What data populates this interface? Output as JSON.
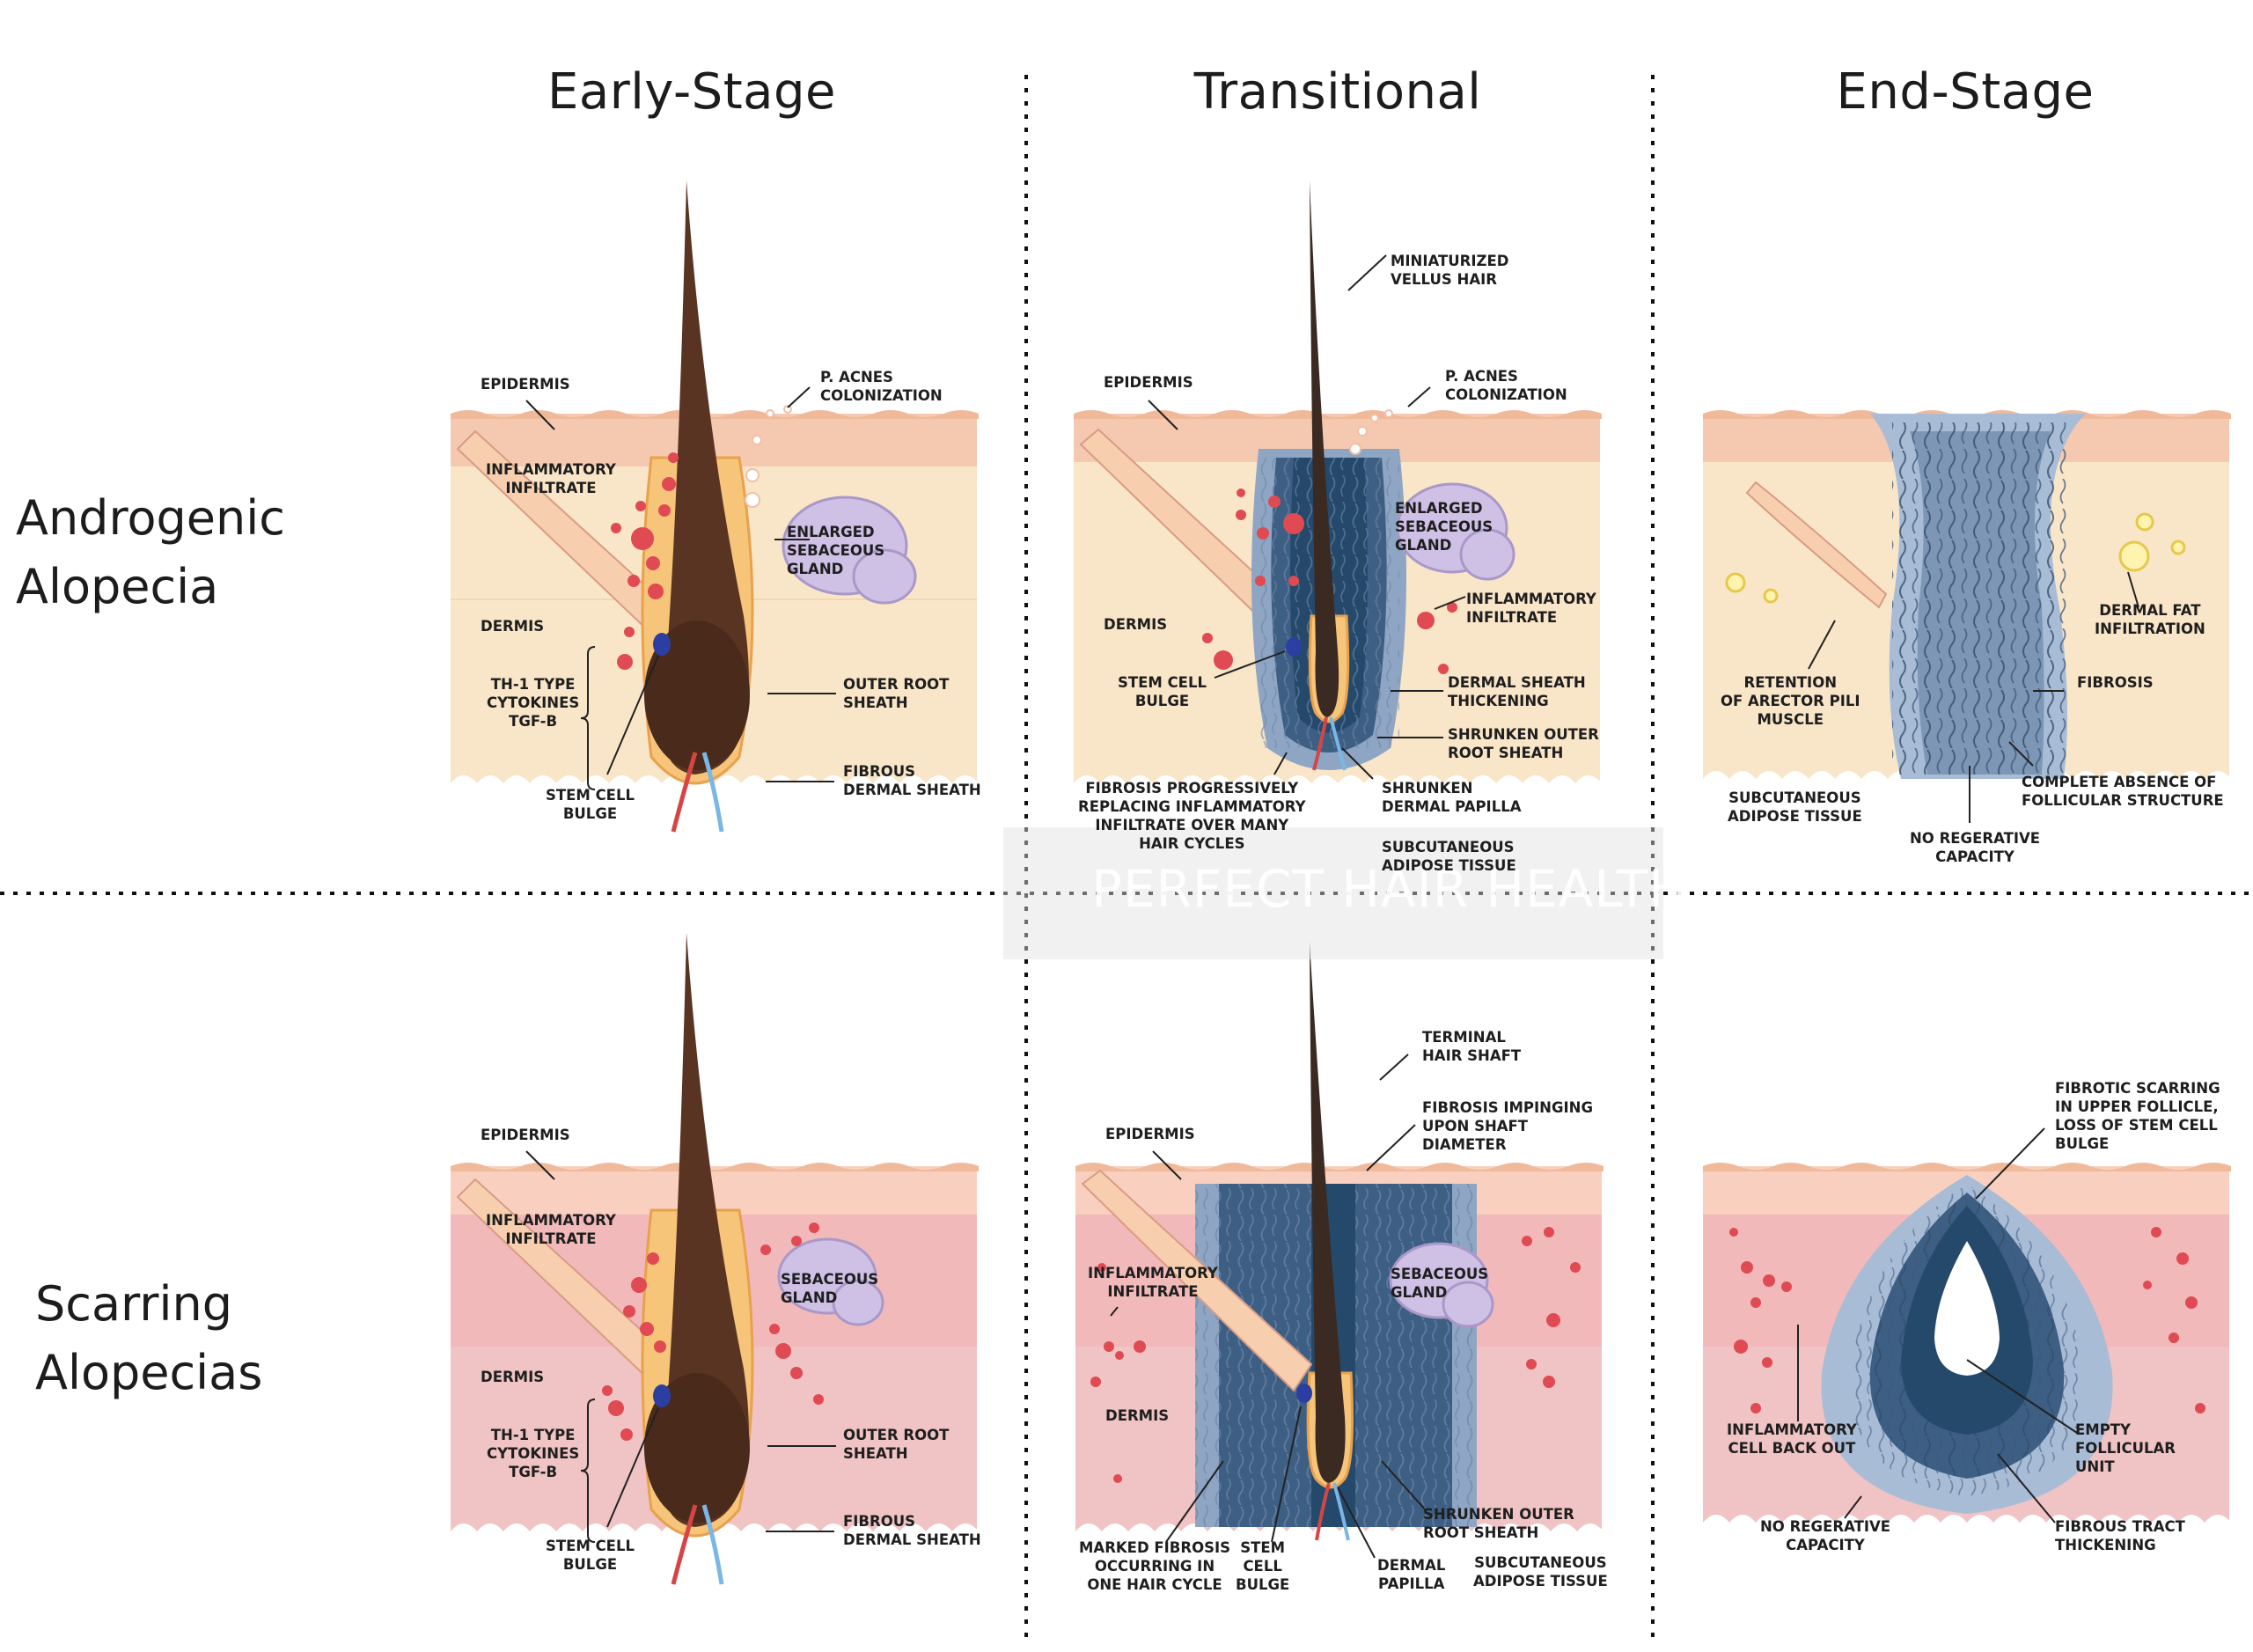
{
  "columns": [
    "Early-Stage",
    "Transitional",
    "End-Stage"
  ],
  "rows": [
    "Androgenic\nAlopecia",
    "Scarring\nAlopecias"
  ],
  "watermark": "PERFECT HAIR HEALTH",
  "panels": {
    "aa_early": {
      "epidermis": "EPIDERMIS",
      "p_acnes": "P. ACNES\nCOLONIZATION",
      "inflammatory": "INFLAMMATORY\nINFILTRATE",
      "sebaceous": "ENLARGED\nSEBACEOUS\nGLAND",
      "dermis": "DERMIS",
      "cytokines": "TH-1 TYPE\nCYTOKINES\nTGF-B",
      "outer_root": "OUTER ROOT\nSHEATH",
      "fibrous": "FIBROUS\nDERMAL SHEATH",
      "stem_cell": "STEM CELL\nBULGE"
    },
    "aa_trans": {
      "vellus": "MINIATURIZED\nVELLUS HAIR",
      "epidermis": "EPIDERMIS",
      "p_acnes": "P. ACNES\nCOLONIZATION",
      "sebaceous": "ENLARGED\nSEBACEOUS\nGLAND",
      "inflammatory": "INFLAMMATORY\nINFILTRATE",
      "dermis": "DERMIS",
      "stem_cell": "STEM CELL\nBULGE",
      "dermal_sheath": "DERMAL SHEATH\nTHICKENING",
      "shrunken_outer": "SHRUNKEN OUTER\nROOT SHEATH",
      "fibrosis": "FIBROSIS PROGRESSIVELY\nREPLACING INFLAMMATORY\nINFILTRATE OVER MANY\nHAIR CYCLES",
      "papilla": "SHRUNKEN\nDERMAL PAPILLA",
      "adipose": "SUBCUTANEOUS\nADIPOSE TISSUE"
    },
    "aa_end": {
      "dermal_fat": "DERMAL FAT\nINFILTRATION",
      "retention": "RETENTION\nOF ARECTOR PILI\nMUSCLE",
      "fibrosis": "FIBROSIS",
      "adipose": "SUBCUTANEOUS\nADIPOSE TISSUE",
      "absence": "COMPLETE ABSENCE OF\nFOLLICULAR STRUCTURE",
      "capacity": "NO REGERATIVE\nCAPACITY"
    },
    "sa_early": {
      "epidermis": "EPIDERMIS",
      "inflammatory": "INFLAMMATORY\nINFILTRATE",
      "sebaceous": "SEBACEOUS\nGLAND",
      "dermis": "DERMIS",
      "cytokines": "TH-1 TYPE\nCYTOKINES\nTGF-B",
      "outer_root": "OUTER ROOT\nSHEATH",
      "fibrous": "FIBROUS\nDERMAL SHEATH",
      "stem_cell": "STEM CELL\nBULGE"
    },
    "sa_trans": {
      "terminal": "TERMINAL\nHAIR SHAFT",
      "impinging": "FIBROSIS IMPINGING\nUPON SHAFT\nDIAMETER",
      "epidermis": "EPIDERMIS",
      "inflammatory": "INFLAMMATORY\nINFILTRATE",
      "sebaceous": "SEBACEOUS\nGLAND",
      "dermis": "DERMIS",
      "shrunken_outer": "SHRUNKEN OUTER\nROOT SHEATH",
      "marked": "MARKED FIBROSIS\nOCCURRING IN\nONE HAIR CYCLE",
      "stem_cell": "STEM\nCELL\nBULGE",
      "papilla": "DERMAL\nPAPILLA",
      "adipose": "SUBCUTANEOUS\nADIPOSE TISSUE"
    },
    "sa_end": {
      "fibrotic": "FIBROTIC SCARRING\nIN UPPER FOLLICLE,\nLOSS OF STEM CELL\nBULGE",
      "inflammatory_back": "INFLAMMATORY\nCELL BACK OUT",
      "empty": "EMPTY\nFOLLICULAR\nUNIT",
      "capacity": "NO REGERATIVE\nCAPACITY",
      "tract": "FIBROUS TRACT\nTHICKENING"
    }
  }
}
